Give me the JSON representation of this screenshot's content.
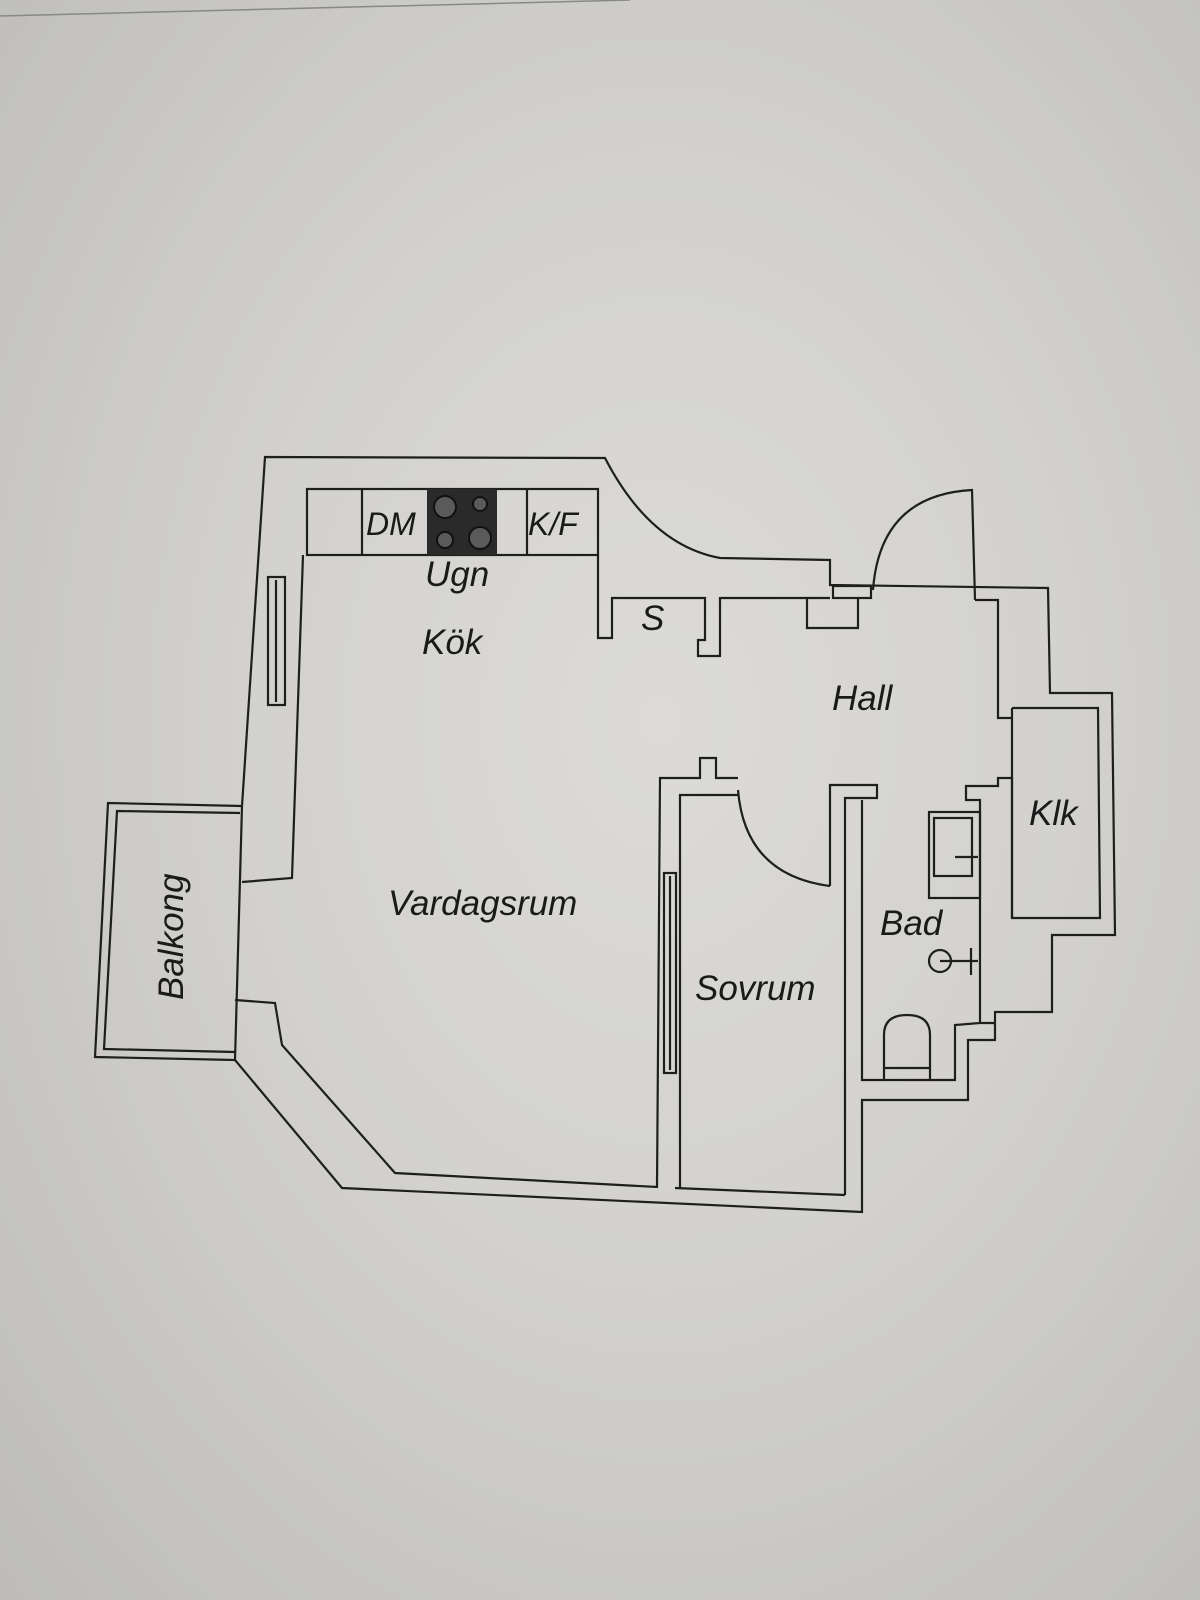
{
  "floor_plan": {
    "rooms": {
      "kitchen": "Kök",
      "living_room": "Vardagsrum",
      "bedroom": "Sovrum",
      "hall": "Hall",
      "bathroom": "Bad",
      "closet": "Klk",
      "storage": "S",
      "balcony": "Balkong"
    },
    "fixtures": {
      "dishwasher": "DM",
      "oven": "Ugn",
      "fridge_freezer": "K/F"
    },
    "colors": {
      "lines": "#1e1e1e",
      "paper": "#d2d1cd",
      "cooktop": "#2a2a2a"
    }
  }
}
